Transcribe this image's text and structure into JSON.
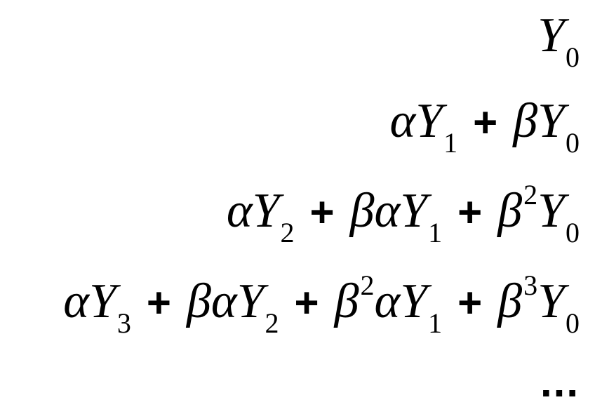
{
  "lines": [
    [
      {
        "t": "var",
        "v": "Y"
      },
      {
        "t": "sub",
        "v": "0"
      }
    ],
    [
      {
        "t": "greek",
        "v": "α"
      },
      {
        "t": "var",
        "v": "Y"
      },
      {
        "t": "sub",
        "v": "1"
      },
      {
        "t": "op",
        "v": "+"
      },
      {
        "t": "greek",
        "v": "β"
      },
      {
        "t": "var",
        "v": "Y"
      },
      {
        "t": "sub",
        "v": "0"
      }
    ],
    [
      {
        "t": "greek",
        "v": "α"
      },
      {
        "t": "var",
        "v": "Y"
      },
      {
        "t": "sub",
        "v": "2"
      },
      {
        "t": "op",
        "v": "+"
      },
      {
        "t": "greek",
        "v": "β"
      },
      {
        "t": "greek",
        "v": "α"
      },
      {
        "t": "var",
        "v": "Y"
      },
      {
        "t": "sub",
        "v": "1"
      },
      {
        "t": "op",
        "v": "+"
      },
      {
        "t": "greek",
        "v": "β"
      },
      {
        "t": "sup",
        "v": "2"
      },
      {
        "t": "var",
        "v": "Y"
      },
      {
        "t": "sub",
        "v": "0"
      }
    ],
    [
      {
        "t": "greek",
        "v": "α"
      },
      {
        "t": "var",
        "v": "Y"
      },
      {
        "t": "sub",
        "v": "3"
      },
      {
        "t": "op",
        "v": "+"
      },
      {
        "t": "greek",
        "v": "β"
      },
      {
        "t": "greek",
        "v": "α"
      },
      {
        "t": "var",
        "v": "Y"
      },
      {
        "t": "sub",
        "v": "2"
      },
      {
        "t": "op",
        "v": "+"
      },
      {
        "t": "greek",
        "v": "β"
      },
      {
        "t": "sup",
        "v": "2"
      },
      {
        "t": "greek",
        "v": "α"
      },
      {
        "t": "var",
        "v": "Y"
      },
      {
        "t": "sub",
        "v": "1"
      },
      {
        "t": "op",
        "v": "+"
      },
      {
        "t": "greek",
        "v": "β"
      },
      {
        "t": "sup",
        "v": "3"
      },
      {
        "t": "var",
        "v": "Y"
      },
      {
        "t": "sub",
        "v": "0"
      }
    ],
    [
      {
        "t": "dots",
        "v": "..."
      }
    ]
  ]
}
